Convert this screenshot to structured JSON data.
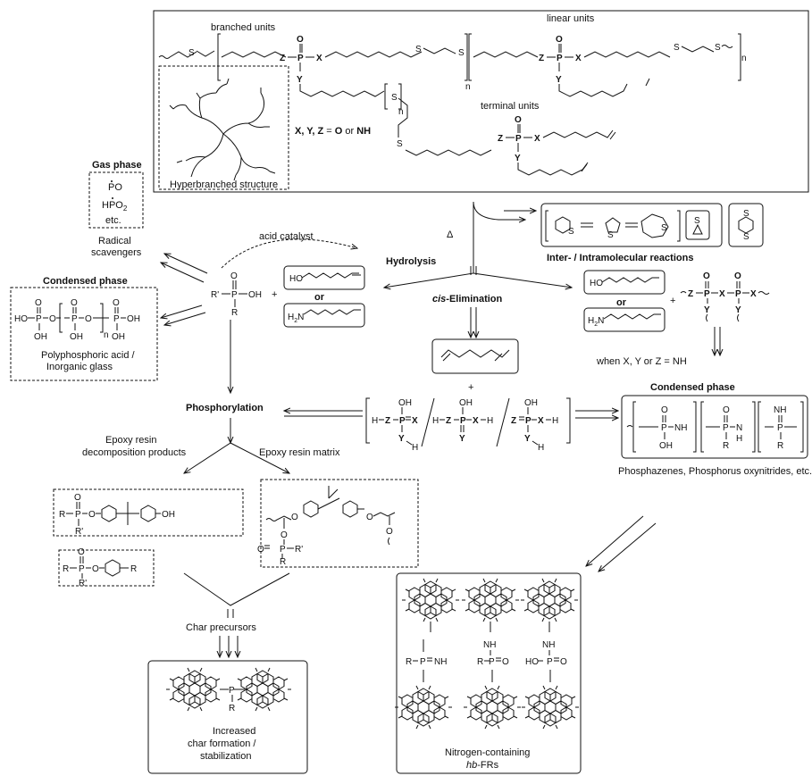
{
  "polymer": {
    "branched_units": "branched units",
    "linear_units": "linear units",
    "terminal_units": "terminal units",
    "xyz_prefix": "X, Y, Z",
    "xyz_eq": " = ",
    "xyz_o": "O",
    "xyz_or": " or ",
    "xyz_nh": "NH",
    "hyperbranched": "Hyperbranched structure",
    "n": "n"
  },
  "gas_phase": {
    "title": "Gas phase",
    "po": "PO",
    "hpo2": "HPO",
    "hpo2_sub": "2",
    "etc": "etc.",
    "caption_1": "Radical",
    "caption_2": "scavengers"
  },
  "condensed_left": {
    "title": "Condensed phase",
    "caption_1": "Polyphosphoric acid /",
    "caption_2": "Inorganic glass"
  },
  "center": {
    "acid_catalyst": "acid catalyst",
    "delta": "Δ",
    "hydrolysis": "Hydrolysis",
    "inter_intra": "Inter- / Intramolecular reactions",
    "cis_elim_italic": "cis",
    "cis_elim_rest": "-Elimination",
    "or": "or",
    "plus": "+",
    "phosphorylation": "Phosphorylation"
  },
  "right": {
    "when_nh": "when X, Y or Z = NH",
    "condensed_title": "Condensed phase",
    "phosphazenes": "Phosphazenes, Phosphorus oxynitrides, etc."
  },
  "epoxy": {
    "decomp_1": "Epoxy resin",
    "decomp_2": "decomposition products",
    "matrix": "Epoxy resin matrix"
  },
  "char": {
    "precursors": "Char precursors",
    "caption_1": "Increased",
    "caption_2": "char formation /",
    "caption_3": "stabilization"
  },
  "nitrogen": {
    "caption_1": "Nitrogen-containing",
    "caption_2_italic": "hb",
    "caption_2_rest": "-FRs"
  }
}
